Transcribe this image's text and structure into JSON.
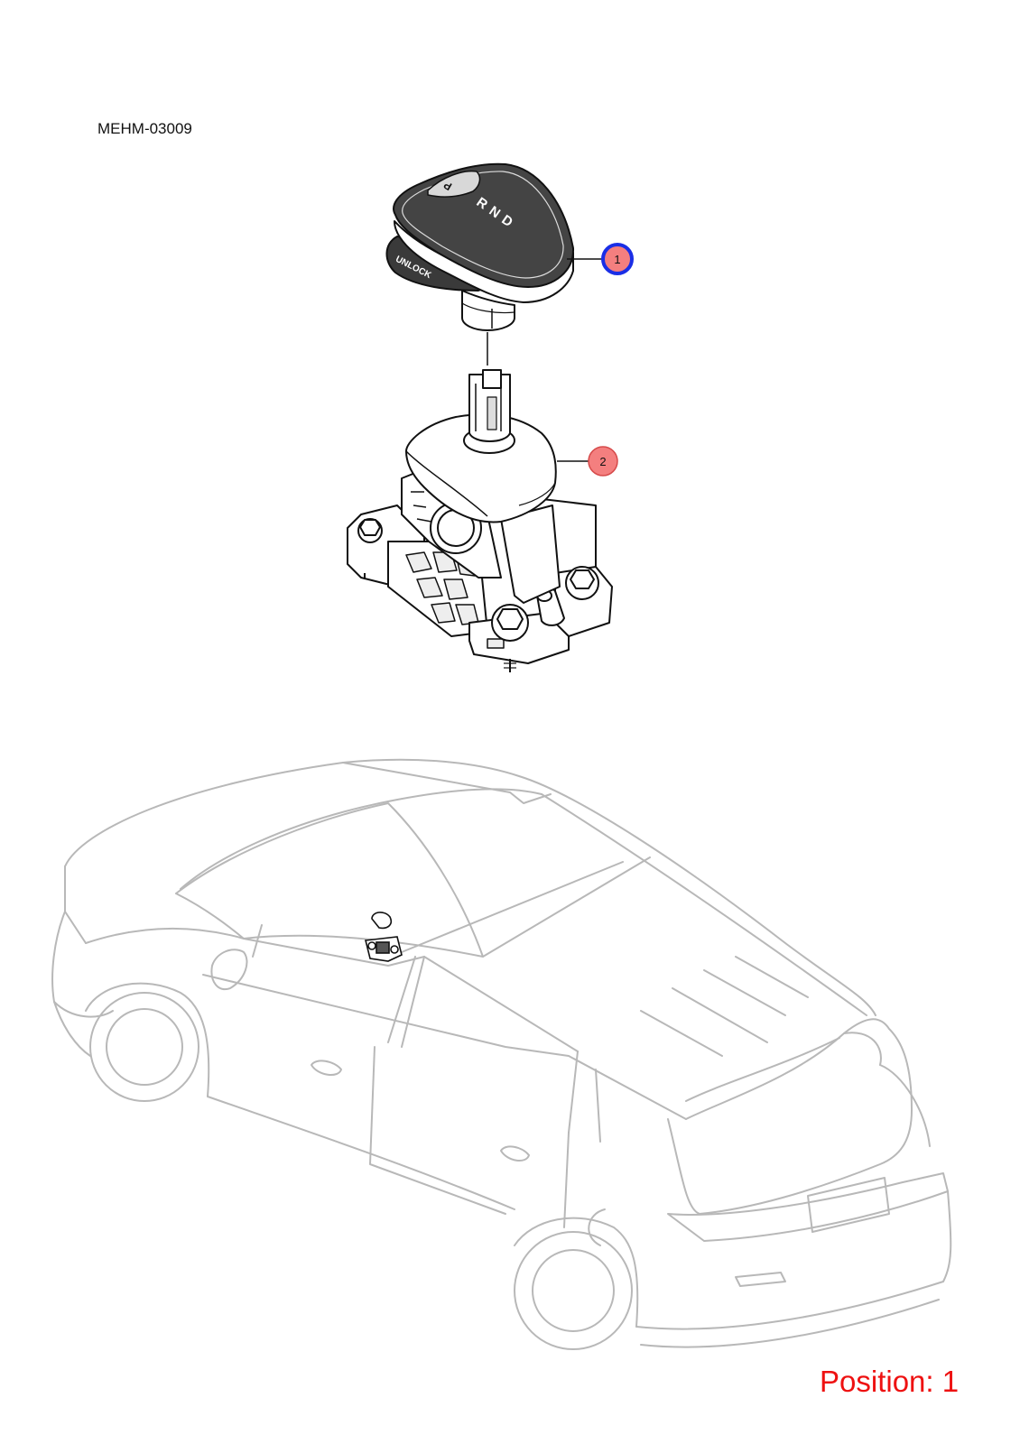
{
  "document": {
    "code": "MEHM-03009"
  },
  "position": {
    "label": "Position: 1"
  },
  "knob_markings": {
    "p_button": "P",
    "gears": "R N D",
    "unlock": "UNLOCK"
  },
  "callouts": [
    {
      "label": "1",
      "part": "gear-shift-knob",
      "selected": true
    },
    {
      "label": "2",
      "part": "gear-shifter-assembly",
      "selected": false
    }
  ],
  "colors": {
    "selected_outline": "#1a2ee6",
    "callout_fill": "#f47f7f",
    "callout_stroke": "#d64a4a",
    "position_text": "#ee1111",
    "vehicle_lines": "#b8b8b8"
  }
}
